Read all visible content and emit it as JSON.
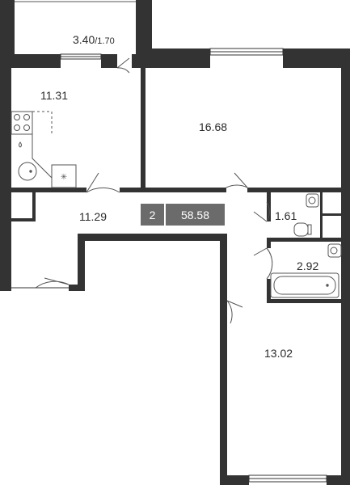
{
  "summary": {
    "rooms_count": "2",
    "total_area": "58.58"
  },
  "rooms": {
    "balcony": {
      "area": "3.40",
      "area_reduced": "/1.70"
    },
    "kitchen": {
      "area": "11.31"
    },
    "living_room": {
      "area": "16.68"
    },
    "hallway": {
      "area": "11.29"
    },
    "toilet": {
      "area": "1.61"
    },
    "bathroom": {
      "area": "2.92"
    },
    "bedroom": {
      "area": "13.02"
    }
  },
  "colors": {
    "wall": "#333333",
    "line": "#555555",
    "badge_bg": "#6b6b6b",
    "background": "#ffffff",
    "text": "#2b2b2b"
  }
}
